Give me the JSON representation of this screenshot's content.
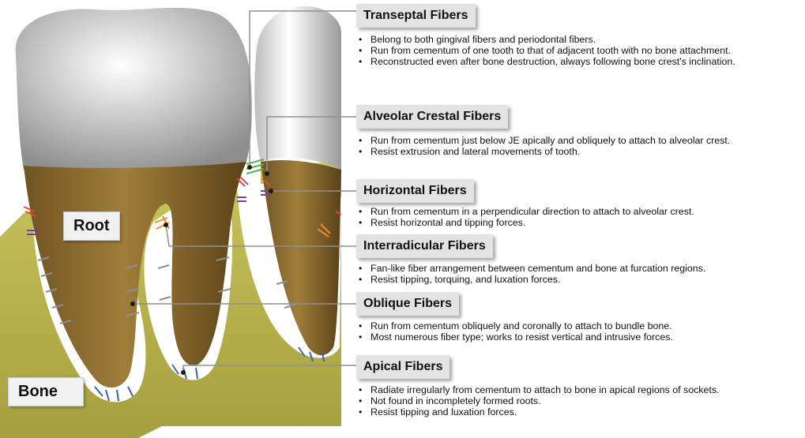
{
  "labels": {
    "root": "Root",
    "bone": "Bone"
  },
  "sections": [
    {
      "id": "transeptal",
      "title": "Transeptal Fibers",
      "bullets": [
        "Belong to both gingival fibers and periodontal fibers.",
        "Run from cementum of one tooth to that of adjacent tooth with no bone attachment.",
        "Reconstructed even after bone destruction, always following bone crest's inclination."
      ]
    },
    {
      "id": "alveolar-crestal",
      "title": "Alveolar Crestal Fibers",
      "bullets": [
        "Run from cementum just below JE apically and obliquely to attach to alveolar crest.",
        "Resist extrusion and lateral movements of tooth."
      ]
    },
    {
      "id": "horizontal",
      "title": "Horizontal Fibers",
      "bullets": [
        "Run from cementum in a perpendicular direction to attach to alveolar crest.",
        "Resist horizontal and tipping forces."
      ]
    },
    {
      "id": "interradicular",
      "title": "Interradicular Fibers",
      "bullets": [
        "Fan-like fiber arrangement between cementum and bone at furcation regions.",
        "Resist tipping, torquing, and luxation forces."
      ]
    },
    {
      "id": "oblique",
      "title": "Oblique Fibers",
      "bullets": [
        "Run from cementum obliquely and coronally to attach to bundle bone.",
        "Most numerous fiber type; works to resist vertical and intrusive forces."
      ]
    },
    {
      "id": "apical",
      "title": "Apical Fibers",
      "bullets": [
        "Radiate irregularly from cementum to attach to bone in apical regions of sockets.",
        "Not found in incompletely formed roots.",
        "Resist tipping and luxation forces."
      ]
    }
  ],
  "colors": {
    "bone": "#b9b34c",
    "root": "#8a6a2c",
    "enamel": "#e6e6e6",
    "fiber_transeptal": "#55b24a",
    "fiber_crestal": "#e8463c",
    "fiber_horizontal": "#7b3fa0",
    "fiber_interradicular": "#ef8a2a",
    "fiber_oblique": "#8d8d96",
    "fiber_apical": "#3a62b8",
    "header_bg": "#e3e3e3"
  }
}
